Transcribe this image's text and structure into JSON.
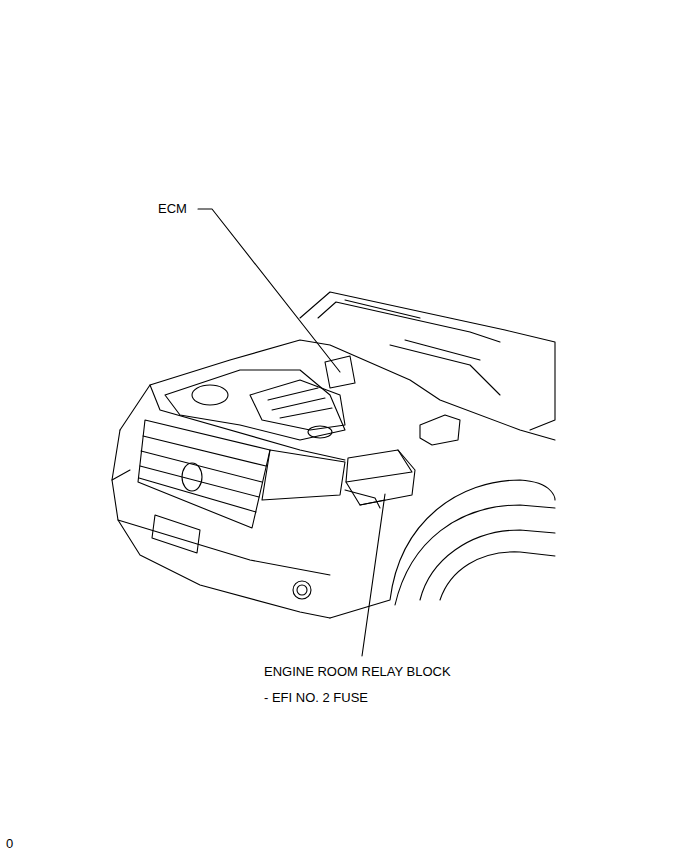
{
  "diagram": {
    "labels": [
      "ECM",
      "ENGINE ROOM RELAY BLOCK",
      "- EFI NO. 2 FUSE",
      "0"
    ]
  }
}
